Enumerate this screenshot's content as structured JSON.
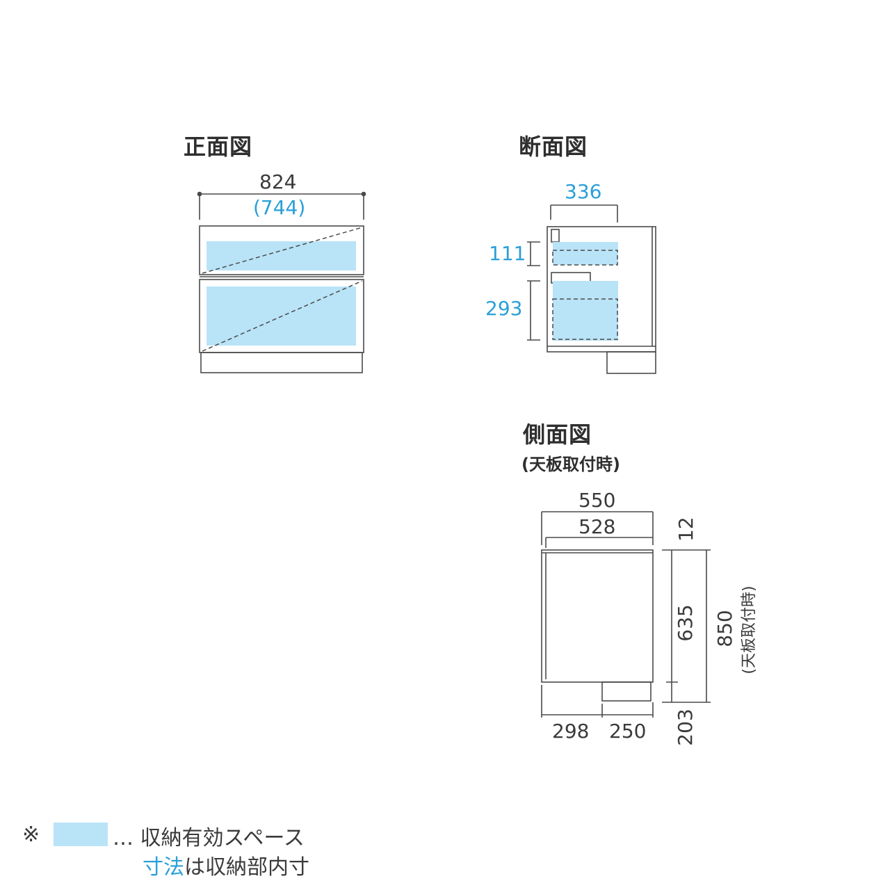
{
  "front": {
    "title": "正面図",
    "width_outer": "824",
    "width_inner": "(744)"
  },
  "section": {
    "title": "断面図",
    "depth_inner": "336",
    "upper_height": "111",
    "lower_height": "293"
  },
  "side": {
    "title": "側面図",
    "subtitle": "(天板取付時)",
    "depth_total": "550",
    "depth_body": "528",
    "top_thickness": "12",
    "body_height": "635",
    "total_height": "850",
    "total_height_note": "(天板取付時)",
    "plinth_height": "203",
    "front_part": "298",
    "back_part": "250"
  },
  "legend": {
    "mark": "※",
    "swatch_color": "#b9e3f7",
    "line1": "… 収納有効スペース",
    "line2_blue": "寸法",
    "line2_rest": "は収納部内寸"
  },
  "colors": {
    "line": "#4a4a4a",
    "storage_fill": "#b9e3f7",
    "accent_text": "#2a9fd8"
  }
}
